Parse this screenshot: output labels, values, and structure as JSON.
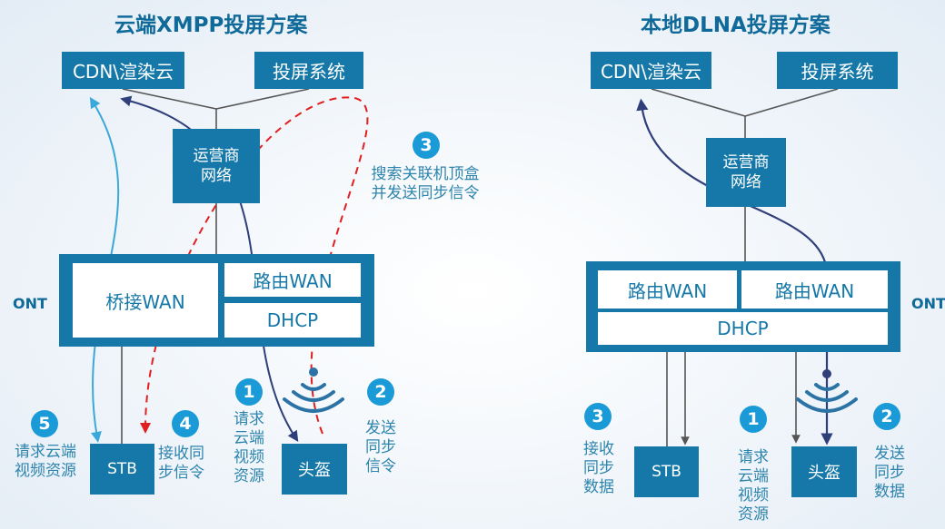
{
  "left": {
    "title": "云端XMPP投屏方案",
    "cdn": "CDN\\渲染云",
    "screen_system": "投屏系统",
    "operator_line1": "运营商",
    "operator_line2": "网络",
    "bridge_wan": "桥接WAN",
    "router_wan": "路由WAN",
    "dhcp": "DHCP",
    "ont": "ONT",
    "stb": "STB",
    "headset": "头盔",
    "step1_num": "1",
    "step1_l1": "请求",
    "step1_l2": "云端",
    "step1_l3": "视频",
    "step1_l4": "资源",
    "step2_num": "2",
    "step2_l1": "发送",
    "step2_l2": "同步",
    "step2_l3": "信令",
    "step3_num": "3",
    "step3_l1": "搜索关联机顶盒",
    "step3_l2": "并发送同步信令",
    "step4_num": "4",
    "step4_l1": "接收同",
    "step4_l2": "步信令",
    "step5_num": "5",
    "step5_l1": "请求云端",
    "step5_l2": "视频资源"
  },
  "right": {
    "title": "本地DLNA投屏方案",
    "cdn": "CDN\\渲染云",
    "screen_system": "投屏系统",
    "operator_line1": "运营商",
    "operator_line2": "网络",
    "router_wan_1": "路由WAN",
    "router_wan_2": "路由WAN",
    "dhcp": "DHCP",
    "ont": "ONT",
    "stb": "STB",
    "headset": "头盔",
    "step1_num": "1",
    "step1_l1": "请求",
    "step1_l2": "云端",
    "step1_l3": "视频",
    "step1_l4": "资源",
    "step2_num": "2",
    "step2_l1": "发送",
    "step2_l2": "同步",
    "step2_l3": "数据",
    "step3_num": "3",
    "step3_l1": "接收",
    "step3_l2": "同步",
    "step3_l3": "数据"
  },
  "colors": {
    "box": "#1578a8",
    "step_circle": "#1a9ad6",
    "cloud_request_arrow": "#3aa8d8",
    "headset_arrow": "#2f3f7a",
    "sync_arrow": "#e02020",
    "connector": "#555555"
  }
}
